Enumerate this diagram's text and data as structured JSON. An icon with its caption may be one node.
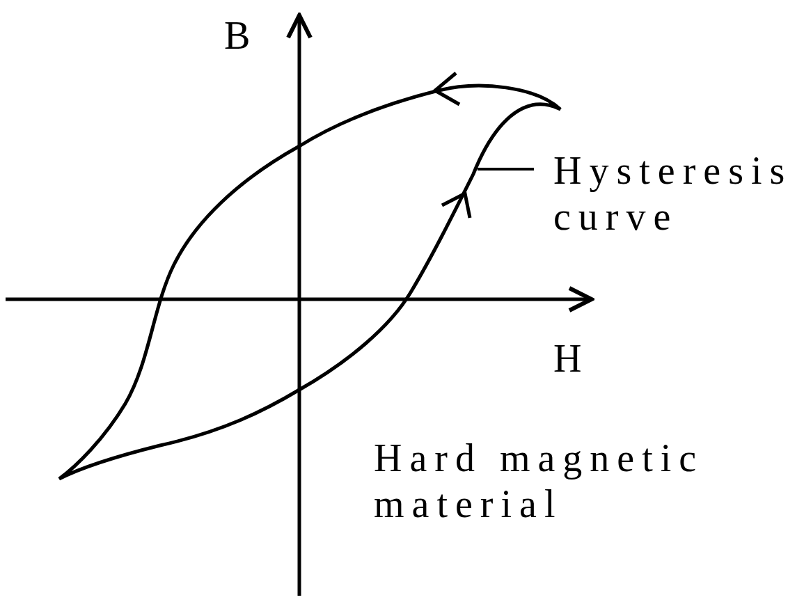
{
  "diagram": {
    "nodes": [
      {
        "text": [
          "Hysteresis curve"
        ]
      },
      {
        "text": [],
        "shape": "curve"
      }
    ],
    "edges": [
      {
        "from": 0,
        "to": 1,
        "arrow": "none"
      }
    ],
    "labels": [
      "B",
      "H",
      "Hard magnetic material"
    ]
  }
}
